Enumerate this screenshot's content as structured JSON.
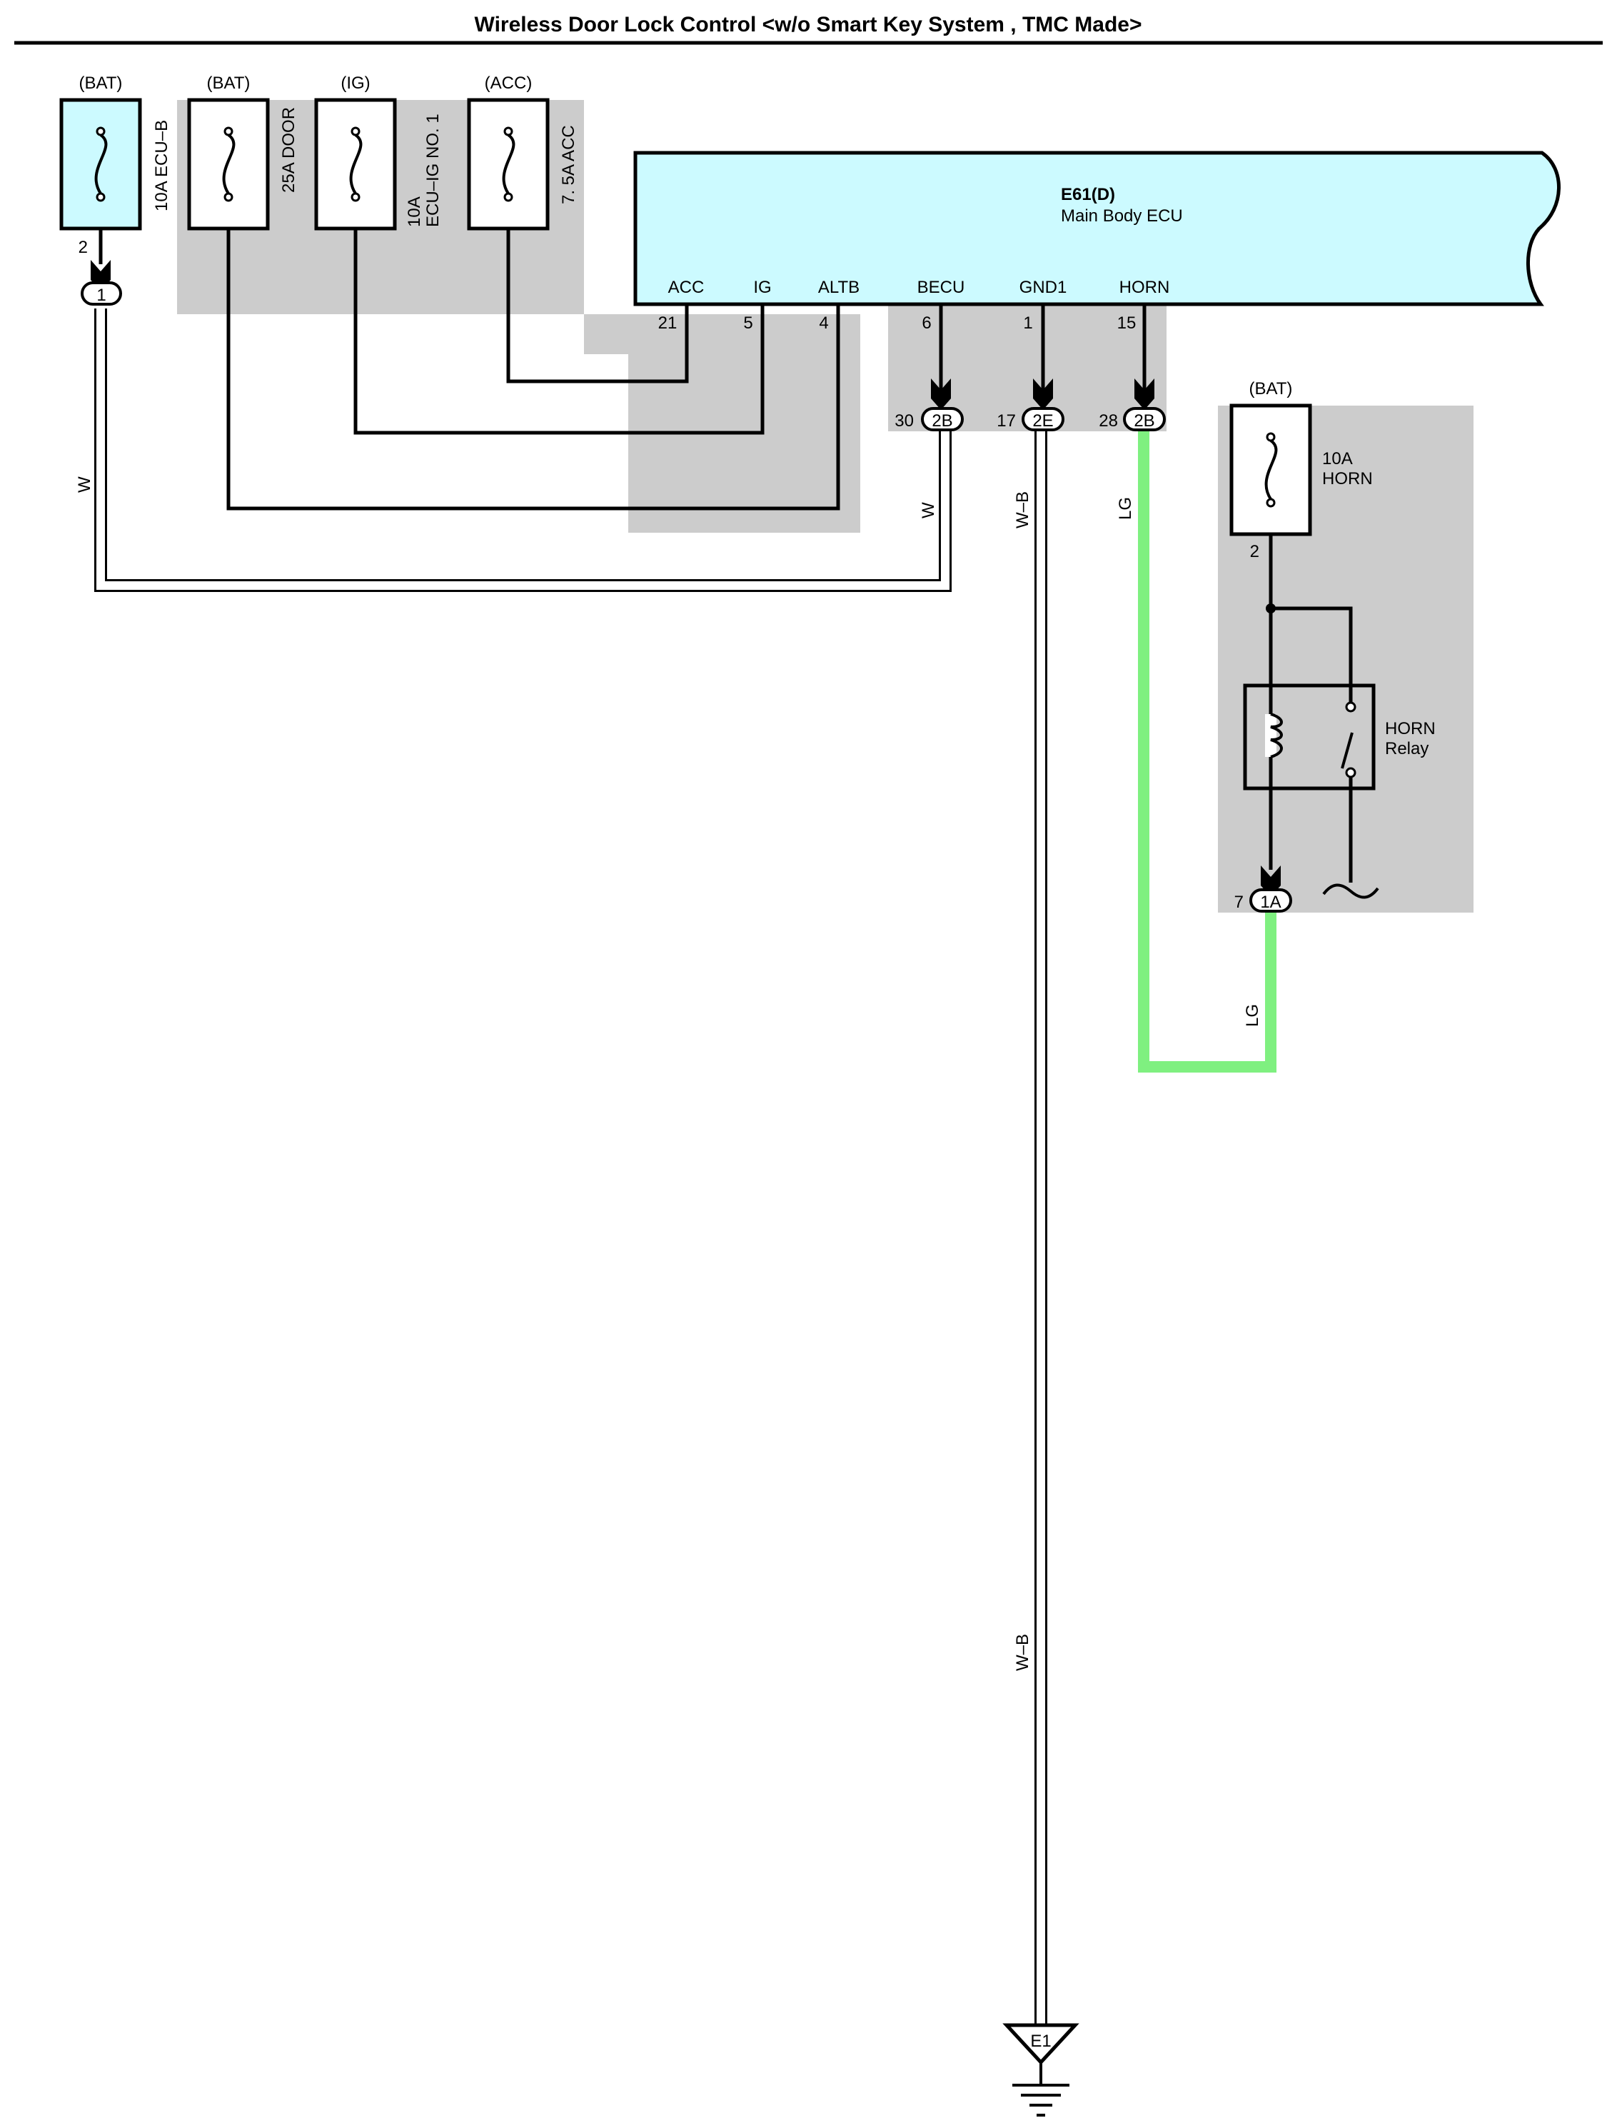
{
  "title": "Wireless Door Lock Control <w/o Smart Key System , TMC Made>",
  "colors": {
    "ecu_fill": "#ccfaff",
    "junction_gray": "#cccccc",
    "wire_lg": "#7ff080",
    "wire_w": "#ffffff",
    "line": "#000000"
  },
  "fuses": [
    {
      "source": "(BAT)",
      "rating": "10A ECU–B",
      "line2": "",
      "highlighted": true
    },
    {
      "source": "(BAT)",
      "rating": "25A DOOR",
      "line2": "",
      "highlighted": false
    },
    {
      "source": "(IG)",
      "rating": "10A",
      "line2": "ECU–IG NO. 1",
      "highlighted": false
    },
    {
      "source": "(ACC)",
      "rating": "7. 5A ACC",
      "line2": "",
      "highlighted": false
    }
  ],
  "fuse1_pin": "2",
  "fuse1_connector": "1",
  "ecu": {
    "code": "E61(D)",
    "name": "Main Body ECU",
    "terminals": [
      {
        "name": "ACC",
        "pin": "21"
      },
      {
        "name": "IG",
        "pin": "5"
      },
      {
        "name": "ALTB",
        "pin": "4"
      },
      {
        "name": "BECU",
        "pin": "6"
      },
      {
        "name": "GND1",
        "pin": "1"
      },
      {
        "name": "HORN",
        "pin": "15"
      }
    ]
  },
  "junction_connectors": [
    {
      "pin": "30",
      "id": "2B"
    },
    {
      "pin": "17",
      "id": "2E"
    },
    {
      "pin": "28",
      "id": "2B"
    }
  ],
  "horn_circuit": {
    "source": "(BAT)",
    "fuse_rating": "10A",
    "fuse_name": "HORN",
    "fuse_pin": "2",
    "relay_name": "HORN",
    "relay_word": "Relay",
    "connector_pin": "7",
    "connector_id": "1A"
  },
  "wires": {
    "w_left": "W",
    "w_right": "W",
    "wb_upper": "W–B",
    "wb_lower": "W–B",
    "lg_upper": "LG",
    "lg_lower": "LG"
  },
  "ground": "E1"
}
